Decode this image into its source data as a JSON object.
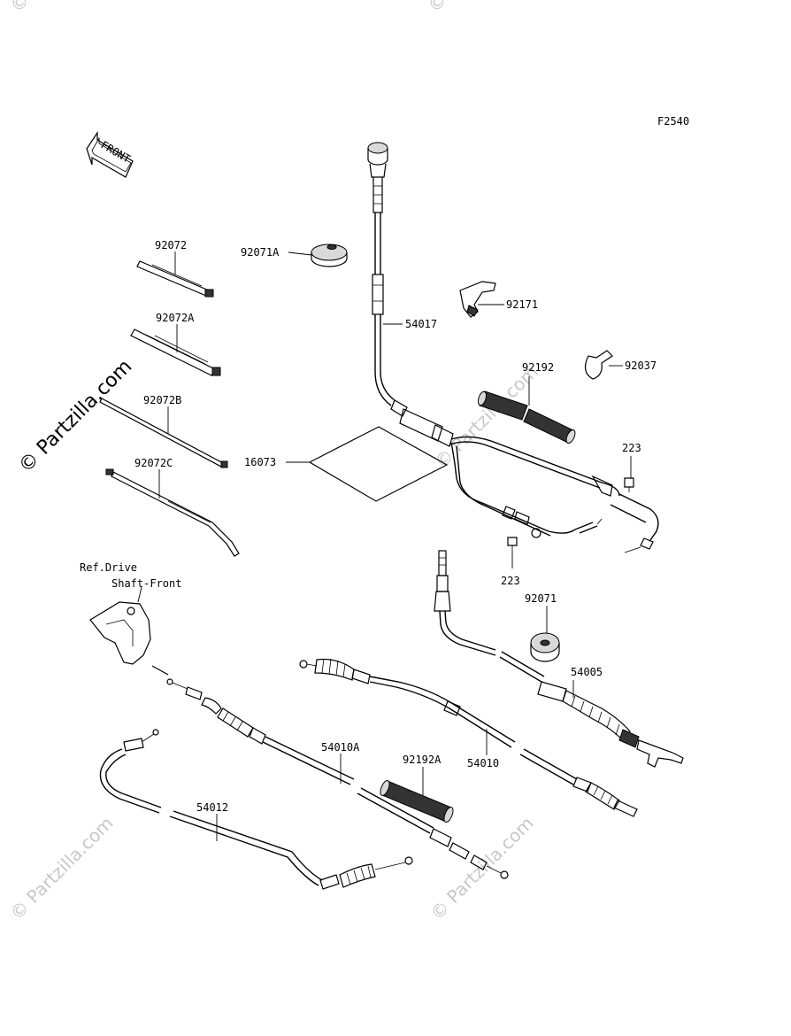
{
  "figure_code": "F2540",
  "front_arrow_text": "FRONT",
  "reference_note": [
    "Ref.Drive",
    "Shaft-Front"
  ],
  "watermark_main": "© Partzilla.com",
  "watermark_faint": "© Partzilla.com",
  "part_labels": {
    "p92072": "92072",
    "p92072A": "92072A",
    "p92072B": "92072B",
    "p92072C": "92072C",
    "p92071A": "92071A",
    "p54017": "54017",
    "p92171": "92171",
    "p92192": "92192",
    "p92037": "92037",
    "p16073": "16073",
    "p223a": "223",
    "p223b": "223",
    "p92071": "92071",
    "p54005": "54005",
    "p54010A": "54010A",
    "p92192A": "92192A",
    "p54010": "54010",
    "p54012": "54012"
  }
}
